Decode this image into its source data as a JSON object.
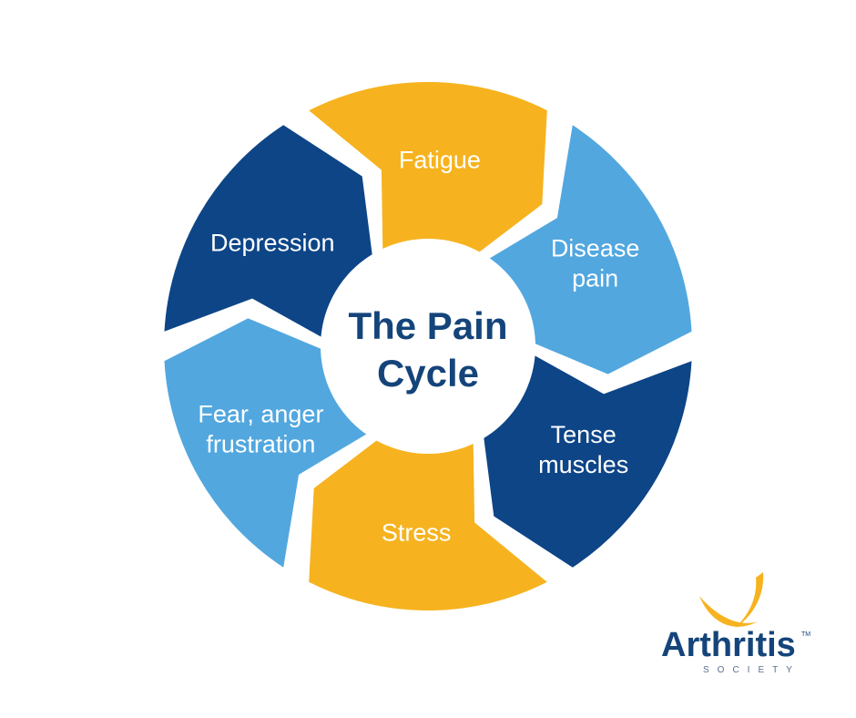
{
  "diagram": {
    "center": {
      "line1": "The Pain",
      "line2": "Cycle"
    },
    "segments": [
      {
        "lines": [
          "Fatigue"
        ],
        "color": "#f6b31f"
      },
      {
        "lines": [
          "Disease",
          "pain"
        ],
        "color": "#52a7df"
      },
      {
        "lines": [
          "Tense",
          "muscles"
        ],
        "color": "#0d4587"
      },
      {
        "lines": [
          "Stress"
        ],
        "color": "#f6b31f"
      },
      {
        "lines": [
          "Fear, anger",
          "frustration"
        ],
        "color": "#52a7df"
      },
      {
        "lines": [
          "Depression"
        ],
        "color": "#0d4587"
      }
    ]
  },
  "logo": {
    "name": "Arthritis",
    "tm": "TM",
    "subtitle": "SOCIETY",
    "swoosh_color": "#f6b31f",
    "text_color": "#14447a"
  }
}
